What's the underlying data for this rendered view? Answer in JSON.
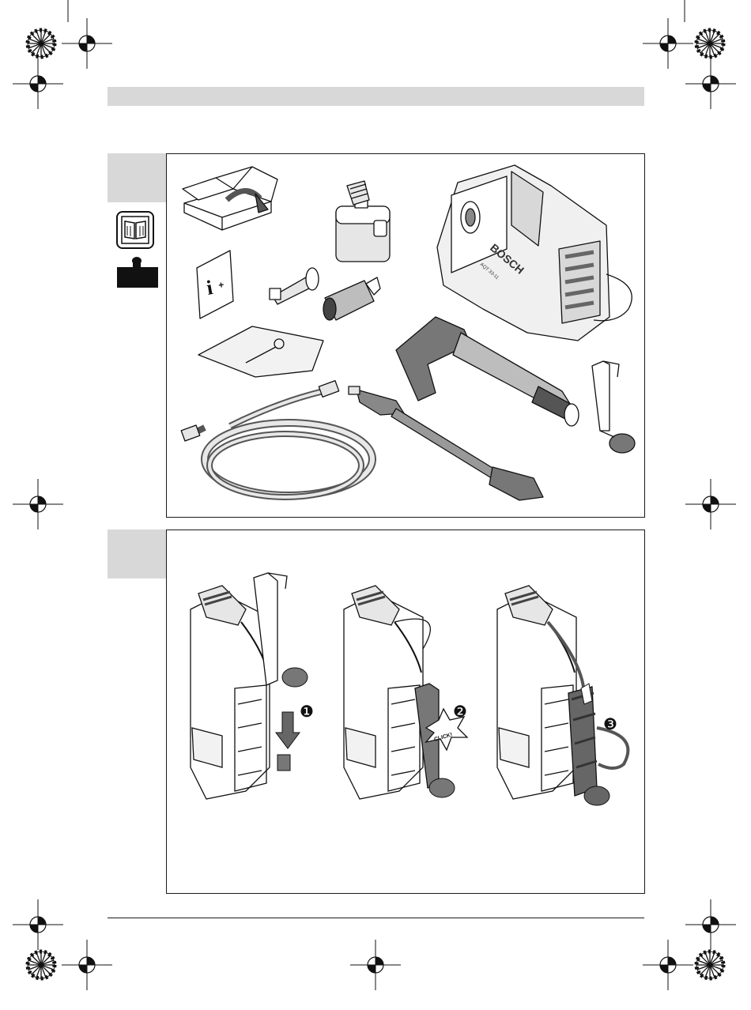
{
  "header": {
    "band_color": "#d8d8d8"
  },
  "figure_1": {
    "brand_text": "BOSCH",
    "model_text": "AQT 33-11",
    "info_symbol": "i",
    "icons": [
      "manual-book-icon",
      "weight-icon"
    ],
    "parts": [
      "box",
      "info-leaflet",
      "detergent-bottle",
      "nozzle-adapter",
      "rotary-nozzle",
      "cleaning-needle-bag",
      "pressure-washer",
      "spray-gun",
      "hose-hook",
      "hose",
      "lance"
    ]
  },
  "figure_2": {
    "steps": [
      {
        "number": "1",
        "marker": "❶"
      },
      {
        "number": "2",
        "marker": "❷",
        "callout": "CLICK!"
      },
      {
        "number": "3",
        "marker": "❸"
      }
    ]
  }
}
